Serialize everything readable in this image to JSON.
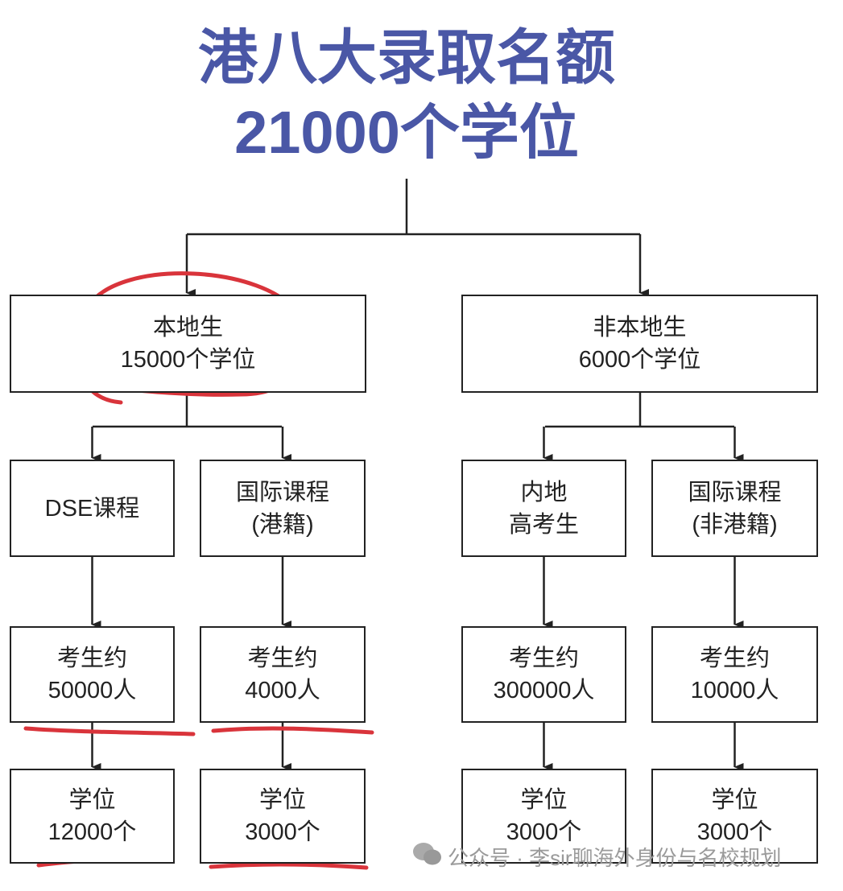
{
  "title": {
    "line1": "港八大录取名额",
    "line2": "21000个学位"
  },
  "local": {
    "name": "本地生",
    "places": "15000个学位"
  },
  "nonlocal": {
    "name": "非本地生",
    "places": "6000个学位"
  },
  "branches": [
    {
      "label1": "DSE课程",
      "label2": "",
      "candidates1": "考生约",
      "candidates2": "50000人",
      "places1": "学位",
      "places2": "12000个"
    },
    {
      "label1": "国际课程",
      "label2": "(港籍)",
      "candidates1": "考生约",
      "candidates2": "4000人",
      "places1": "学位",
      "places2": "3000个"
    },
    {
      "label1": "内地",
      "label2": "高考生",
      "candidates1": "考生约",
      "candidates2": "300000人",
      "places1": "学位",
      "places2": "3000个"
    },
    {
      "label1": "国际课程",
      "label2": "(非港籍)",
      "candidates1": "考生约",
      "candidates2": "10000人",
      "places1": "学位",
      "places2": "3000个"
    }
  ],
  "watermark": "公众号 · 李sir聊海外身份与名校规划",
  "colors": {
    "title": "#4a57a6",
    "annotation": "#d9343b"
  }
}
